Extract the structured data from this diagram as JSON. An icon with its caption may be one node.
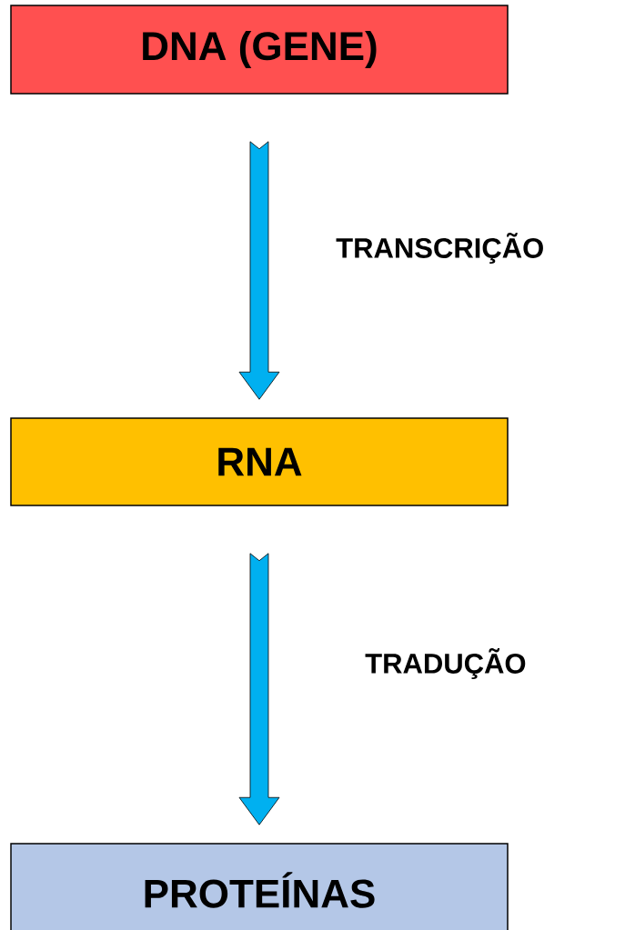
{
  "diagram": {
    "nodes": [
      {
        "text": [
          "DNA (GENE)"
        ]
      },
      {
        "text": [
          "RNA"
        ]
      },
      {
        "text": [
          "PROTEÍNAS"
        ]
      }
    ],
    "edges": [
      {
        "from": 0,
        "to": 1,
        "arrow": "to",
        "label": "TRANSCRIÇÃO"
      },
      {
        "from": 1,
        "to": 2,
        "arrow": "to",
        "label": "TRADUÇÃO"
      }
    ]
  }
}
